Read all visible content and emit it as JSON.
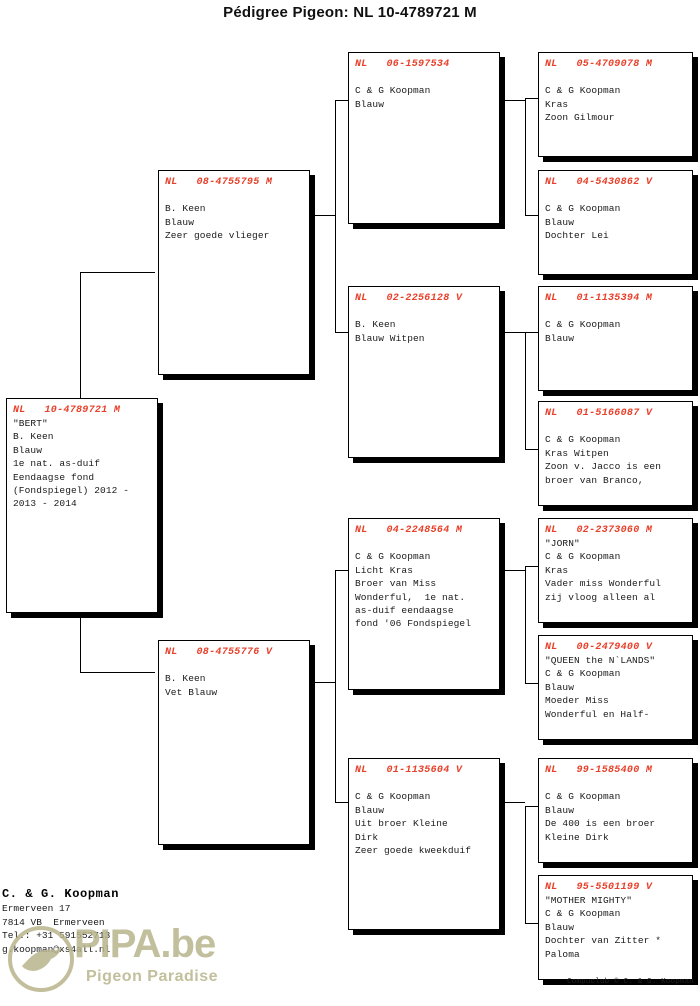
{
  "title": "Pédigree Pigeon: NL  10-4789721 M",
  "subject": {
    "ring": "NL   10-4789721 M",
    "lines": [
      "\"BERT\"",
      "B. Keen",
      "Blauw",
      "1e nat. as-duif",
      "Eendaagse fond",
      "(Fondspiegel) 2012 -",
      "2013 - 2014"
    ]
  },
  "gen2": [
    {
      "ring": "NL   08-4755795 M",
      "lines": [
        "",
        "B. Keen",
        "Blauw",
        "Zeer goede vlieger"
      ]
    },
    {
      "ring": "NL   08-4755776 V",
      "lines": [
        "",
        "B. Keen",
        "Vet Blauw"
      ]
    }
  ],
  "gen3": [
    {
      "ring": "NL   06-1597534",
      "lines": [
        "",
        "C & G Koopman",
        "Blauw"
      ]
    },
    {
      "ring": "NL   02-2256128 V",
      "lines": [
        "",
        "B. Keen",
        "Blauw Witpen"
      ]
    },
    {
      "ring": "NL   04-2248564 M",
      "lines": [
        "",
        "C & G Koopman",
        "Licht Kras",
        "Broer van Miss",
        "Wonderful,  1e nat.",
        "as-duif eendaagse",
        "fond '06 Fondspiegel"
      ]
    },
    {
      "ring": "NL   01-1135604 V",
      "lines": [
        "",
        "C & G Koopman",
        "Blauw",
        "Uit broer Kleine",
        "Dirk",
        "Zeer goede kweekduif"
      ]
    }
  ],
  "gen4": [
    {
      "ring": "NL   05-4709078 M",
      "lines": [
        "",
        "C & G Koopman",
        "Kras",
        "Zoon Gilmour"
      ]
    },
    {
      "ring": "NL   04-5430862 V",
      "lines": [
        "",
        "C & G Koopman",
        "Blauw",
        "Dochter Lei"
      ]
    },
    {
      "ring": "NL   01-1135394 M",
      "lines": [
        "",
        "C & G Koopman",
        "Blauw"
      ]
    },
    {
      "ring": "NL   01-5166087 V",
      "lines": [
        "",
        "C & G Koopman",
        "Kras Witpen",
        "Zoon v. Jacco is een",
        "broer van Branco,"
      ]
    },
    {
      "ring": "NL   02-2373060 M",
      "lines": [
        "\"JORN\"",
        "C & G Koopman",
        "Kras",
        "Vader miss Wonderful",
        "zij vloog alleen al"
      ]
    },
    {
      "ring": "NL   00-2479400 V",
      "lines": [
        "\"QUEEN the N`LANDS\"",
        "C & G Koopman",
        "Blauw",
        "Moeder Miss",
        "Wonderful en Half-"
      ]
    },
    {
      "ring": "NL   99-1585400 M",
      "lines": [
        "",
        "C & G Koopman",
        "Blauw",
        "De 400 is een broer",
        "Kleine Dirk"
      ]
    },
    {
      "ring": "NL   95-5501199 V",
      "lines": [
        "\"MOTHER MIGHTY\"",
        "C & G Koopman",
        "Blauw",
        "Dochter van Zitter *",
        "Paloma"
      ]
    }
  ],
  "breeder": {
    "name": "C. & G. Koopman",
    "lines": [
      "Ermerveen 17",
      "7814 VB  Ermerveen",
      "Tel.: +31 591552713",
      "g.koopman@xs4all.nl"
    ]
  },
  "watermark": {
    "brand": "PIPA.be",
    "tagline": "Pigeon Paradise",
    "bird_icon": "pigeon-icon"
  },
  "credit": "Compuclub © C. & G. Koopman",
  "colors": {
    "ring": "#e8402a",
    "text": "#1a1a1a",
    "watermark": "#b8b48c"
  }
}
